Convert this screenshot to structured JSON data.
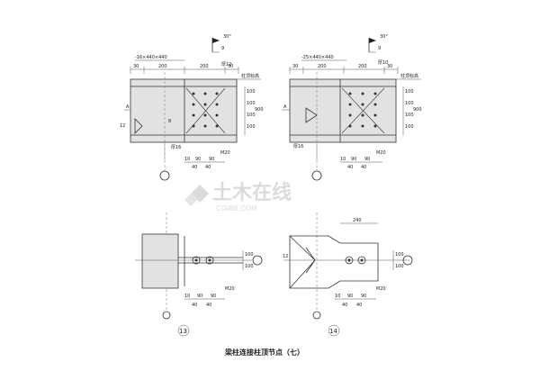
{
  "views": {
    "top_left": {
      "plate": "-16×440×440",
      "angle": "30°",
      "angle_sub": "9",
      "weld_label": "厚12",
      "top_dims": [
        "30",
        "200",
        "200",
        "30"
      ],
      "elev_tag": "柱顶标高",
      "side_left": "A",
      "right_dims": [
        "100",
        "100",
        "100",
        "100"
      ],
      "total_right": "900",
      "weld_left": "12",
      "weld_mid": "8",
      "stiff_label": "厚16",
      "bolt_label": "M20",
      "bottom_dims": [
        "10",
        "90",
        "90"
      ],
      "bottom_dims2": [
        "40",
        "40"
      ]
    },
    "top_right": {
      "plate": "-25×440×440",
      "angle": "30°",
      "angle_sub": "9",
      "weld_label": "厚10",
      "top_dims": [
        "30",
        "200",
        "200",
        "30"
      ],
      "elev_tag": "柱顶标高",
      "side_left": "A",
      "right_dims": [
        "100",
        "100",
        "100",
        "100"
      ],
      "total_right": "900",
      "stiff_label": "厚16",
      "bolt_label": "M20",
      "bottom_dims": [
        "10",
        "90",
        "90"
      ],
      "bottom_dims2": [
        "40",
        "40"
      ]
    },
    "bottom_left": {
      "right_dims": [
        "100",
        "100"
      ],
      "bolt_label": "M20",
      "bottom_dims": [
        "10",
        "90",
        "90"
      ],
      "bottom_dims2": [
        "40",
        "40"
      ],
      "number": "13"
    },
    "bottom_right": {
      "top_dim": "240",
      "weld_left": "12",
      "right_dims": [
        "100",
        "100"
      ],
      "bolt_label": "M20",
      "bottom_dims": [
        "10",
        "90",
        "90"
      ],
      "bottom_dims2": [
        "40",
        "40"
      ],
      "number": "14"
    }
  },
  "watermark": {
    "cn": "土木在线",
    "en": "COI88.COM"
  },
  "caption": "梁柱连接柱顶节点（七）"
}
